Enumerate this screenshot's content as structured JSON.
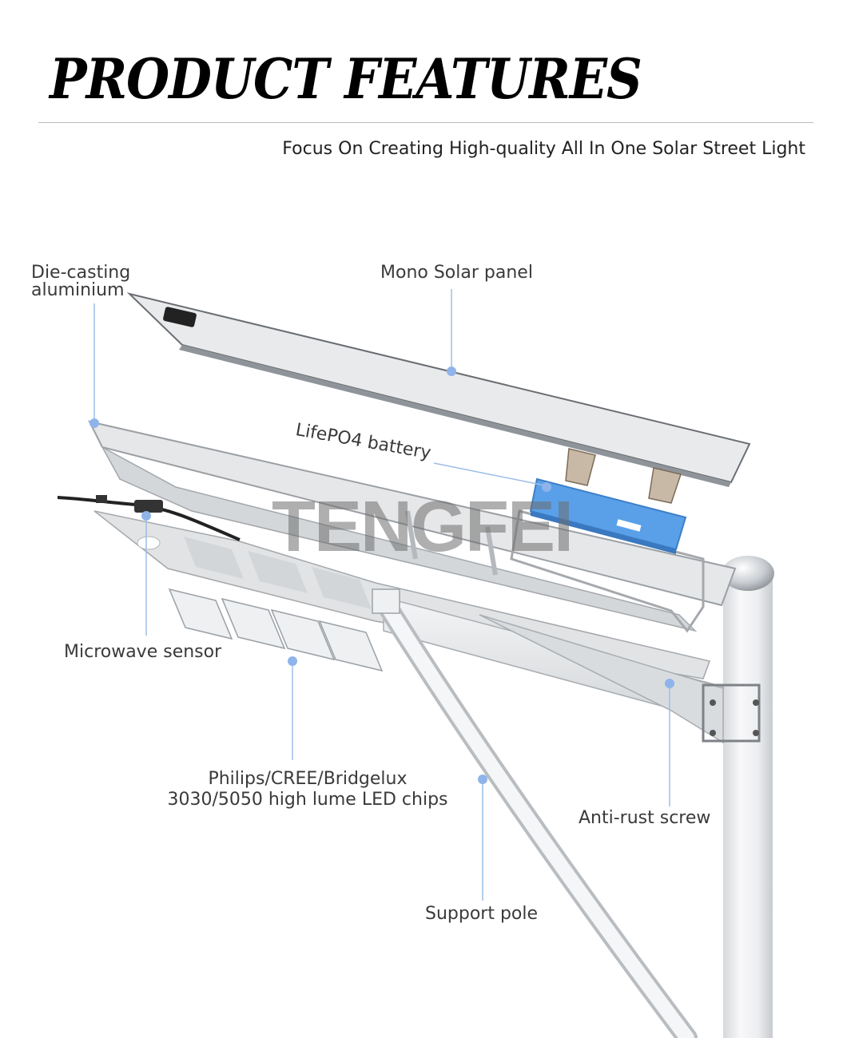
{
  "header": {
    "title": "PRODUCT FEATURES",
    "subtitle": "Focus On Creating High-quality All In One Solar Street Light"
  },
  "watermark": "TENGFEI",
  "callouts": {
    "die_casting": [
      "Die-casting",
      "aluminium"
    ],
    "solar_panel": "Mono Solar panel",
    "battery": "LifePO4 battery",
    "sensor": "Microwave sensor",
    "led_chips": [
      "Philips/CREE/Bridgelux",
      "3030/5050 high lume LED chips"
    ],
    "screw": "Anti-rust screw",
    "support_pole": "Support pole"
  },
  "colors": {
    "callout_dot": "#8fb4ea",
    "callout_line": "#9cbde9",
    "battery": "#5aa0e8",
    "text": "#3a3a3a"
  }
}
